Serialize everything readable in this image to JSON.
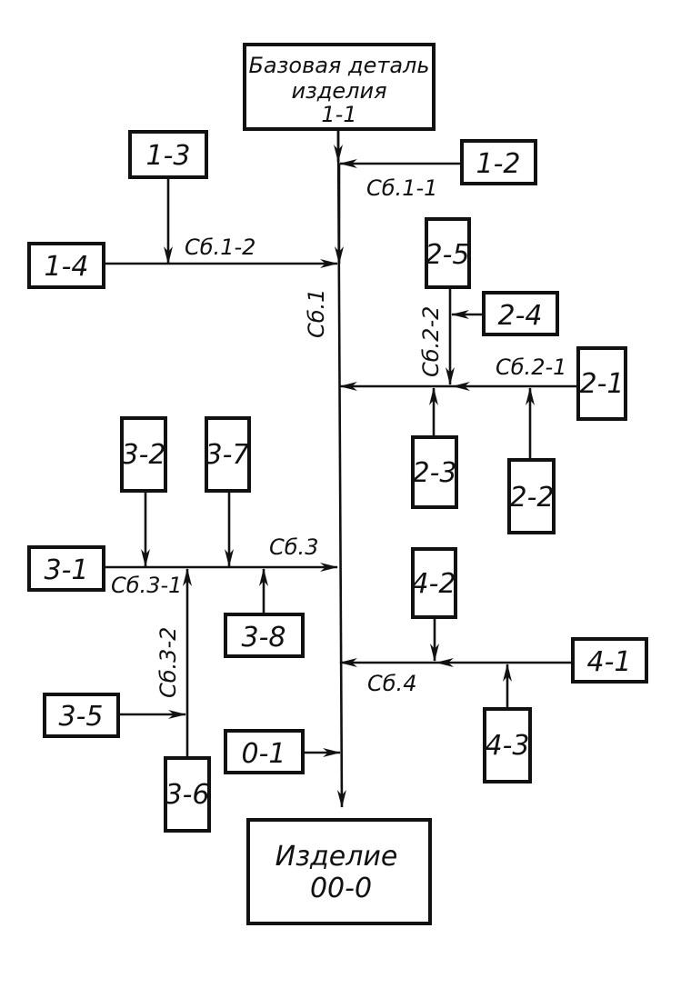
{
  "colors": {
    "ink": "#111111",
    "paper": "#ffffff"
  },
  "nodes": {
    "base_part": {
      "line1": "Базовая деталь",
      "line2": "изделия",
      "line3": "1-1"
    },
    "product": {
      "line1": "Изделие",
      "line2": "00-0"
    },
    "n1_2": "1-2",
    "n1_3": "1-3",
    "n1_4": "1-4",
    "n2_1": "2-1",
    "n2_2": "2-2",
    "n2_3": "2-3",
    "n2_4": "2-4",
    "n2_5": "2-5",
    "n3_1": "3-1",
    "n3_2": "3-2",
    "n3_5": "3-5",
    "n3_6": "3-6",
    "n3_7": "3-7",
    "n3_8": "3-8",
    "n4_1": "4-1",
    "n4_2": "4-2",
    "n4_3": "4-3",
    "n0_1": "0-1"
  },
  "assemblies": {
    "sb1": "Сб.1",
    "sb1_1": "Сб.1-1",
    "sb1_2": "Сб.1-2",
    "sb2_1": "Сб.2-1",
    "sb2_2": "Сб.2-2",
    "sb3": "Сб.3",
    "sb3_1": "Сб.3-1",
    "sb3_2": "Сб.3-2",
    "sb4": "Сб.4"
  }
}
